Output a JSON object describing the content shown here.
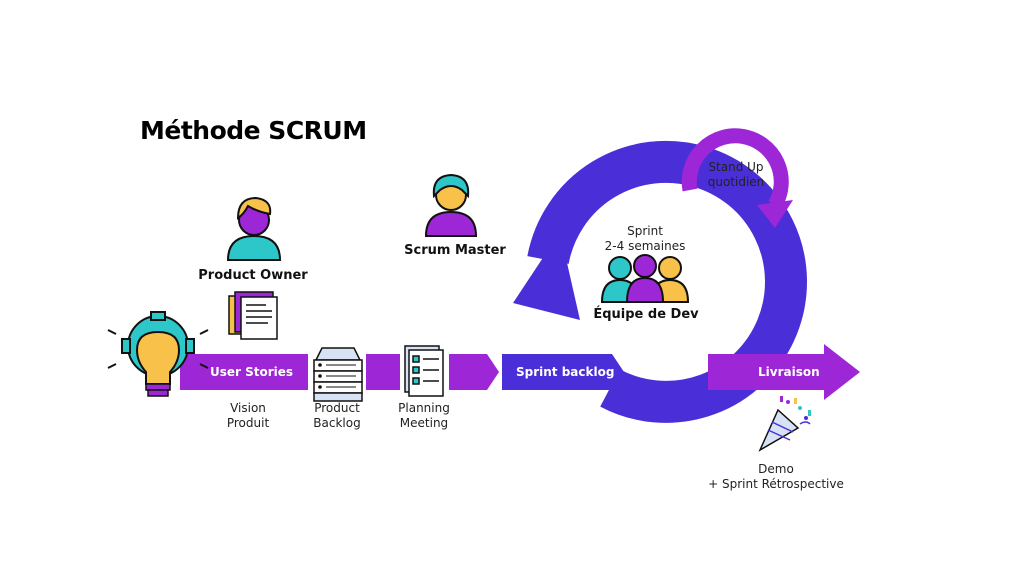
{
  "title": "Méthode SCRUM",
  "roles": {
    "product_owner": "Product Owner",
    "scrum_master": "Scrum Master",
    "dev_team": "Équipe de Dev"
  },
  "flow": {
    "user_stories": "User Stories",
    "sprint_backlog": "Sprint backlog",
    "livraison": "Livraison"
  },
  "captions": {
    "vision_line1": "Vision",
    "vision_line2": "Produit",
    "backlog_line1": "Product",
    "backlog_line2": "Backlog",
    "planning_line1": "Planning",
    "planning_line2": "Meeting",
    "demo_line1": "Demo",
    "demo_line2": "+ Sprint Rétrospective"
  },
  "sprint": {
    "line1": "Sprint",
    "line2": "2-4 semaines"
  },
  "standup": {
    "line1": "Stand Up",
    "line2": "quotidien"
  },
  "colors": {
    "purple": "#9d27d6",
    "blue": "#4a2fd8",
    "cyan": "#2ec7c9",
    "yellow": "#f7c14a"
  }
}
